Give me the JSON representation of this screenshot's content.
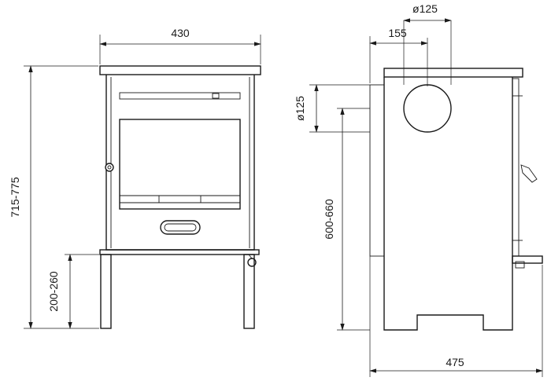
{
  "front_view": {
    "width_label": "430",
    "height_label": "715-775",
    "leg_height_label": "200-260"
  },
  "side_view": {
    "flue_diameter_top_label": "ø125",
    "flue_offset_label": "155",
    "flue_diameter_side_label": "ø125",
    "flue_height_label": "600-660",
    "depth_label": "475"
  }
}
